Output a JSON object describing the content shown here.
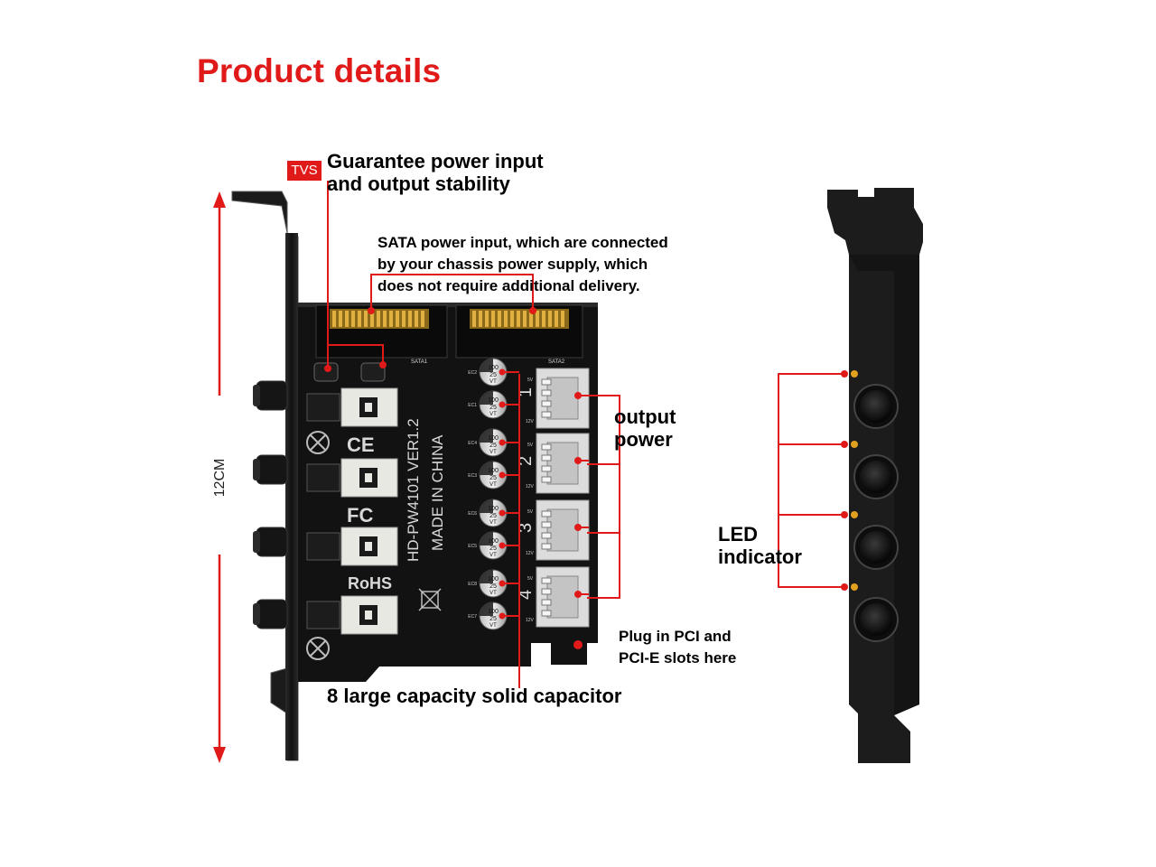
{
  "title": "Product details",
  "tvs_badge": "TVS",
  "callouts": {
    "tvs_line1": "Guarantee power input",
    "tvs_line2": "and output stability",
    "sata_line1": "SATA power input, which are connected",
    "sata_line2": "by your chassis power supply, which",
    "sata_line3": "does not require additional delivery.",
    "output_line1": "output",
    "output_line2": "power",
    "led_line1": "LED",
    "led_line2": "indicator",
    "pci_line1": "Plug in PCI and",
    "pci_line2": "PCI-E slots here",
    "capacitor": "8 large capacity solid capacitor"
  },
  "dimension": "12CM",
  "board": {
    "model": "HD-PW4101  VER1.2",
    "made_in": "MADE IN CHINA",
    "ce": "CE",
    "fcc": "FC",
    "rohs": "RoHS",
    "sata1": "SATA1",
    "sata2": "SATA2",
    "port_numbers": [
      "1",
      "2",
      "3",
      "4"
    ],
    "capacitor_labels": [
      "EC2",
      "EC1",
      "EC4",
      "EC3",
      "EC6",
      "EC5",
      "EC8",
      "EC7"
    ],
    "capacitor_value": "100",
    "capacitor_voltage": "25",
    "capacitor_type": "VT",
    "voltage_5v": "5V",
    "voltage_12v": "12V"
  },
  "colors": {
    "accent": "#e01919",
    "board": "#121212",
    "bracket": "#1a1a1a",
    "connector": "#dcdcdc",
    "led": "#e0a020"
  }
}
